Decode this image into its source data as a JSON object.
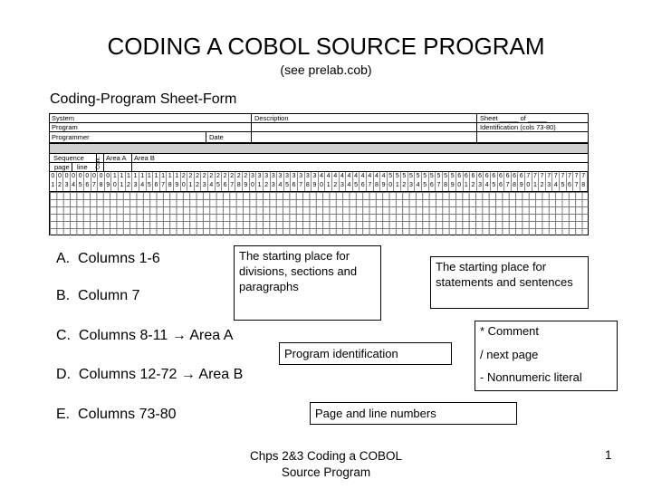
{
  "title": "CODING A COBOL SOURCE PROGRAM",
  "subtitle": "(see prelab.cob)",
  "form_heading": "Coding-Program Sheet-Form",
  "sheet": {
    "system": "System",
    "description": "Description",
    "sheet_of": "Sheet _____ of _____",
    "program": "Program",
    "identification": "Identification (cols 73-80)",
    "programmer": "Programmer",
    "date": "Date",
    "sequence": "Sequence",
    "cont": "Cont.",
    "area_a": "Area A",
    "area_b": "Area B",
    "page": "page",
    "line": "line",
    "tens_digits": "000000000111111111122222222223333333333444444444455555555556666666666777777777",
    "ones_digits": "123456789012345678901234567890123456789012345678901234567890123456789012345678"
  },
  "items": [
    {
      "letter": "A.",
      "text": "Columns 1-6"
    },
    {
      "letter": "B.",
      "text": "Column 7"
    },
    {
      "letter": "C.",
      "text": "Columns 8-11",
      "arrow": "→",
      "target": "Area A"
    },
    {
      "letter": "D.",
      "text": "Columns 12-72",
      "arrow": "→",
      "target": "Area B"
    },
    {
      "letter": "E.",
      "text": "Columns 73-80"
    }
  ],
  "callouts": {
    "area_a_desc": "The starting place for divisions, sections and paragraphs",
    "area_b_desc": "The starting place for statements and sentences",
    "col7_comment": "* Comment",
    "col7_next_page": "/ next page",
    "col7_literal": "- Nonnumeric literal",
    "program_id": "Program identification",
    "page_line": "Page and line numbers"
  },
  "footer": "Chps 2&3 Coding a COBOL Source Program",
  "page_number": "1"
}
